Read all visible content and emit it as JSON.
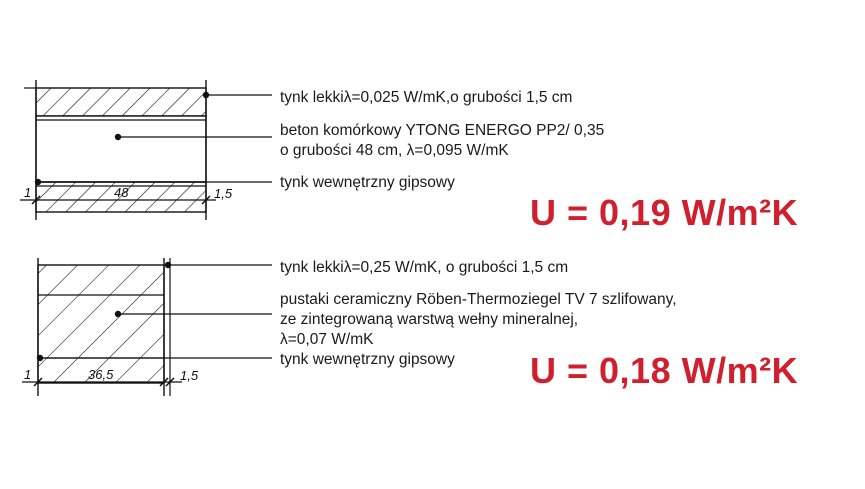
{
  "section1": {
    "labels": [
      "tynk lekkiλ=0,025 W/mK,o grubości 1,5 cm",
      "beton komórkowy YTONG ENERGO PP2/ 0,35",
      "o grubości 48 cm, λ=0,095 W/mK",
      "tynk wewnętrzny gipsowy"
    ],
    "dims": {
      "left": "1",
      "mid": "48",
      "right": "1,5"
    },
    "u_value": "U = 0,19 W/m²K"
  },
  "section2": {
    "labels": [
      "tynk lekkiλ=0,25 W/mK, o grubości 1,5 cm",
      "pustaki ceramiczny Röben-Thermoziegel TV 7 szlifowany,",
      "ze zintegrowaną warstwą wełny mineralnej,",
      "λ=0,07 W/mK",
      "tynk wewnętrzny gipsowy"
    ],
    "dims": {
      "left": "1",
      "mid": "36,5",
      "right": "1,5"
    },
    "u_value": "U = 0,18 W/m²K"
  },
  "colors": {
    "accent": "#d0202e",
    "ink": "#111111"
  }
}
